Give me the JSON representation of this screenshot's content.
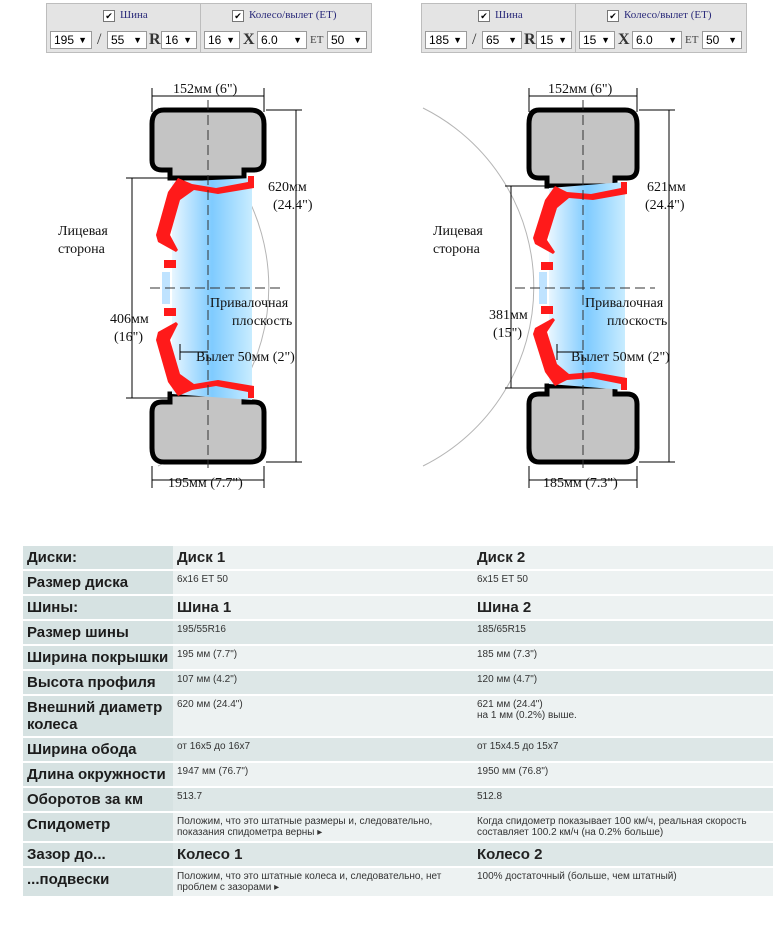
{
  "selectors": [
    {
      "tire_checkbox_label": "Шина",
      "wheel_checkbox_label": "Колесо/вылет (ET)",
      "tire_width": "195",
      "tire_slash": "/",
      "tire_profile": "55",
      "tire_r": "R",
      "tire_rim": "16",
      "wheel_diameter": "16",
      "wheel_x": "X",
      "wheel_width": "6.0",
      "wheel_et_label": "ET",
      "wheel_et": "50"
    },
    {
      "tire_checkbox_label": "Шина",
      "wheel_checkbox_label": "Колесо/вылет (ET)",
      "tire_width": "185",
      "tire_slash": "/",
      "tire_profile": "65",
      "tire_r": "R",
      "tire_rim": "15",
      "wheel_diameter": "15",
      "wheel_x": "X",
      "wheel_width": "6.0",
      "wheel_et_label": "ET",
      "wheel_et": "50"
    }
  ],
  "diagrams": [
    {
      "top_width": "152мм (6\")",
      "outer_mm": "620мм",
      "outer_in": "(24.4\")",
      "face_label_1": "Лицевая",
      "face_label_2": "сторона",
      "mount_label_1": "Привалочная",
      "mount_label_2": "плоскость",
      "rim_mm": "406мм",
      "rim_in": "(16\")",
      "offset": "Вылет 50мм (2\")",
      "tire_width": "195мм (7.7\")"
    },
    {
      "top_width": "152мм (6\")",
      "outer_mm": "621мм",
      "outer_in": "(24.4\")",
      "face_label_1": "Лицевая",
      "face_label_2": "сторона",
      "mount_label_1": "Привалочная",
      "mount_label_2": "плоскость",
      "rim_mm": "381мм",
      "rim_in": "(15\")",
      "offset": "Вылет 50мм (2\")",
      "tire_width": "185мм (7.3\")"
    }
  ],
  "table": {
    "rows": [
      {
        "label": "Диски:",
        "v1": "Диск 1",
        "v2": "Диск 2",
        "head": true
      },
      {
        "label": "Размер диска",
        "v1": "6x16 ET 50",
        "v2": "6x15 ET 50"
      },
      {
        "label": "Шины:",
        "v1": "Шина 1",
        "v2": "Шина 2",
        "head": true
      },
      {
        "label": "Размер шины",
        "v1": "195/55R16",
        "v2": "185/65R15"
      },
      {
        "label": "Ширина покрышки",
        "v1": "195 мм (7.7\")",
        "v2": "185 мм (7.3\")"
      },
      {
        "label": "Высота профиля",
        "v1": "107 мм (4.2\")",
        "v2": "120 мм (4.7\")"
      },
      {
        "label": "Внешний диаметр колеса",
        "v1": "620 мм (24.4\")",
        "v2": "621 мм (24.4\")",
        "v2_extra": "на 1 мм (0.2%) выше."
      },
      {
        "label": "Ширина обода",
        "v1": "от 16x5 до 16x7",
        "v2": "от 15x4.5 до 15x7"
      },
      {
        "label": "Длина окружности",
        "v1": "1947 мм (76.7\")",
        "v2": "1950 мм (76.8\")"
      },
      {
        "label": "Оборотов за км",
        "v1": "513.7",
        "v2": "512.8"
      },
      {
        "label": "Спидометр",
        "v1": "Положим, что это штатные размеры и, следовательно, показания спидометра верны",
        "v2": "Когда спидометр показывает 100 км/ч, реальная скорость составляет 100.2 км/ч (на 0.2% больше)",
        "v1_more": true
      },
      {
        "label": "Зазор до...",
        "v1": "Колесо 1",
        "v2": "Колесо 2",
        "head": true
      },
      {
        "label": "...подвески",
        "v1": "Положим, что это штатные колеса и, следовательно, нет проблем с зазорами",
        "v2": "100% достаточный (больше, чем штатный)",
        "v1_more": true
      }
    ]
  },
  "colors": {
    "panel_bg": "#e4e4e4",
    "label_cell": "#d6e2e2",
    "value_cell": "#edf2f2",
    "rim_red": "#ff1a1a",
    "tire_gray": "#c4c4c4",
    "checkbox_text": "#2a2a7a"
  }
}
